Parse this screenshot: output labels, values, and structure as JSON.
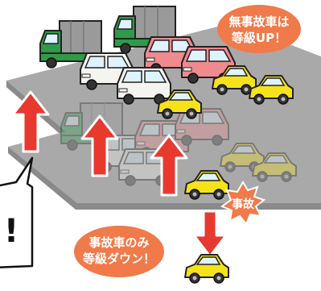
{
  "badge_top": {
    "line1": "無事故車は",
    "line2": "等級UP！"
  },
  "badge_accident": {
    "text": "事故"
  },
  "badge_bottom": {
    "line1": "事故車のみ",
    "line2": "等級ダウン！"
  },
  "speech_bubble": {
    "text": "!"
  },
  "colors": {
    "badge_orange": "#f07a4a",
    "arrow_red": "#e8392f",
    "floor_gray": "#a9a9a9",
    "car_yellow": "#f6e21a",
    "car_white": "#f4f4f0",
    "car_pink": "#ef8a8f",
    "truck_green": "#2f9a4a",
    "truck_gray": "#9a9a9a"
  }
}
